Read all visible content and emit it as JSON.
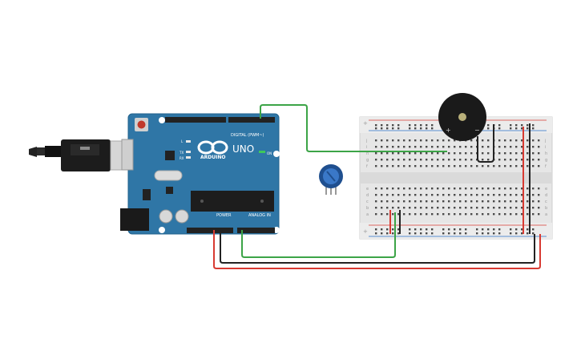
{
  "arduino": {
    "model": "UNO",
    "brand": "ARDUINO",
    "digital_label": "DIGITAL (PWM~)",
    "power_label": "POWER",
    "analog_label": "ANALOG IN",
    "tx_label": "TX",
    "rx_label": "RX",
    "l_label": "L",
    "on_label": "ON",
    "board_color": "#2f76a6"
  },
  "breadboard": {
    "row_letters_top": [
      "j",
      "i",
      "h",
      "g",
      "f"
    ],
    "row_letters_bottom": [
      "e",
      "d",
      "c",
      "b",
      "a"
    ],
    "plus": "+",
    "minus": "−",
    "columns": 30
  },
  "buzzer": {
    "plus": "+",
    "minus": "−"
  },
  "wire_colors": {
    "green": "#3ca447",
    "red": "#d83a32",
    "black": "#222222"
  }
}
